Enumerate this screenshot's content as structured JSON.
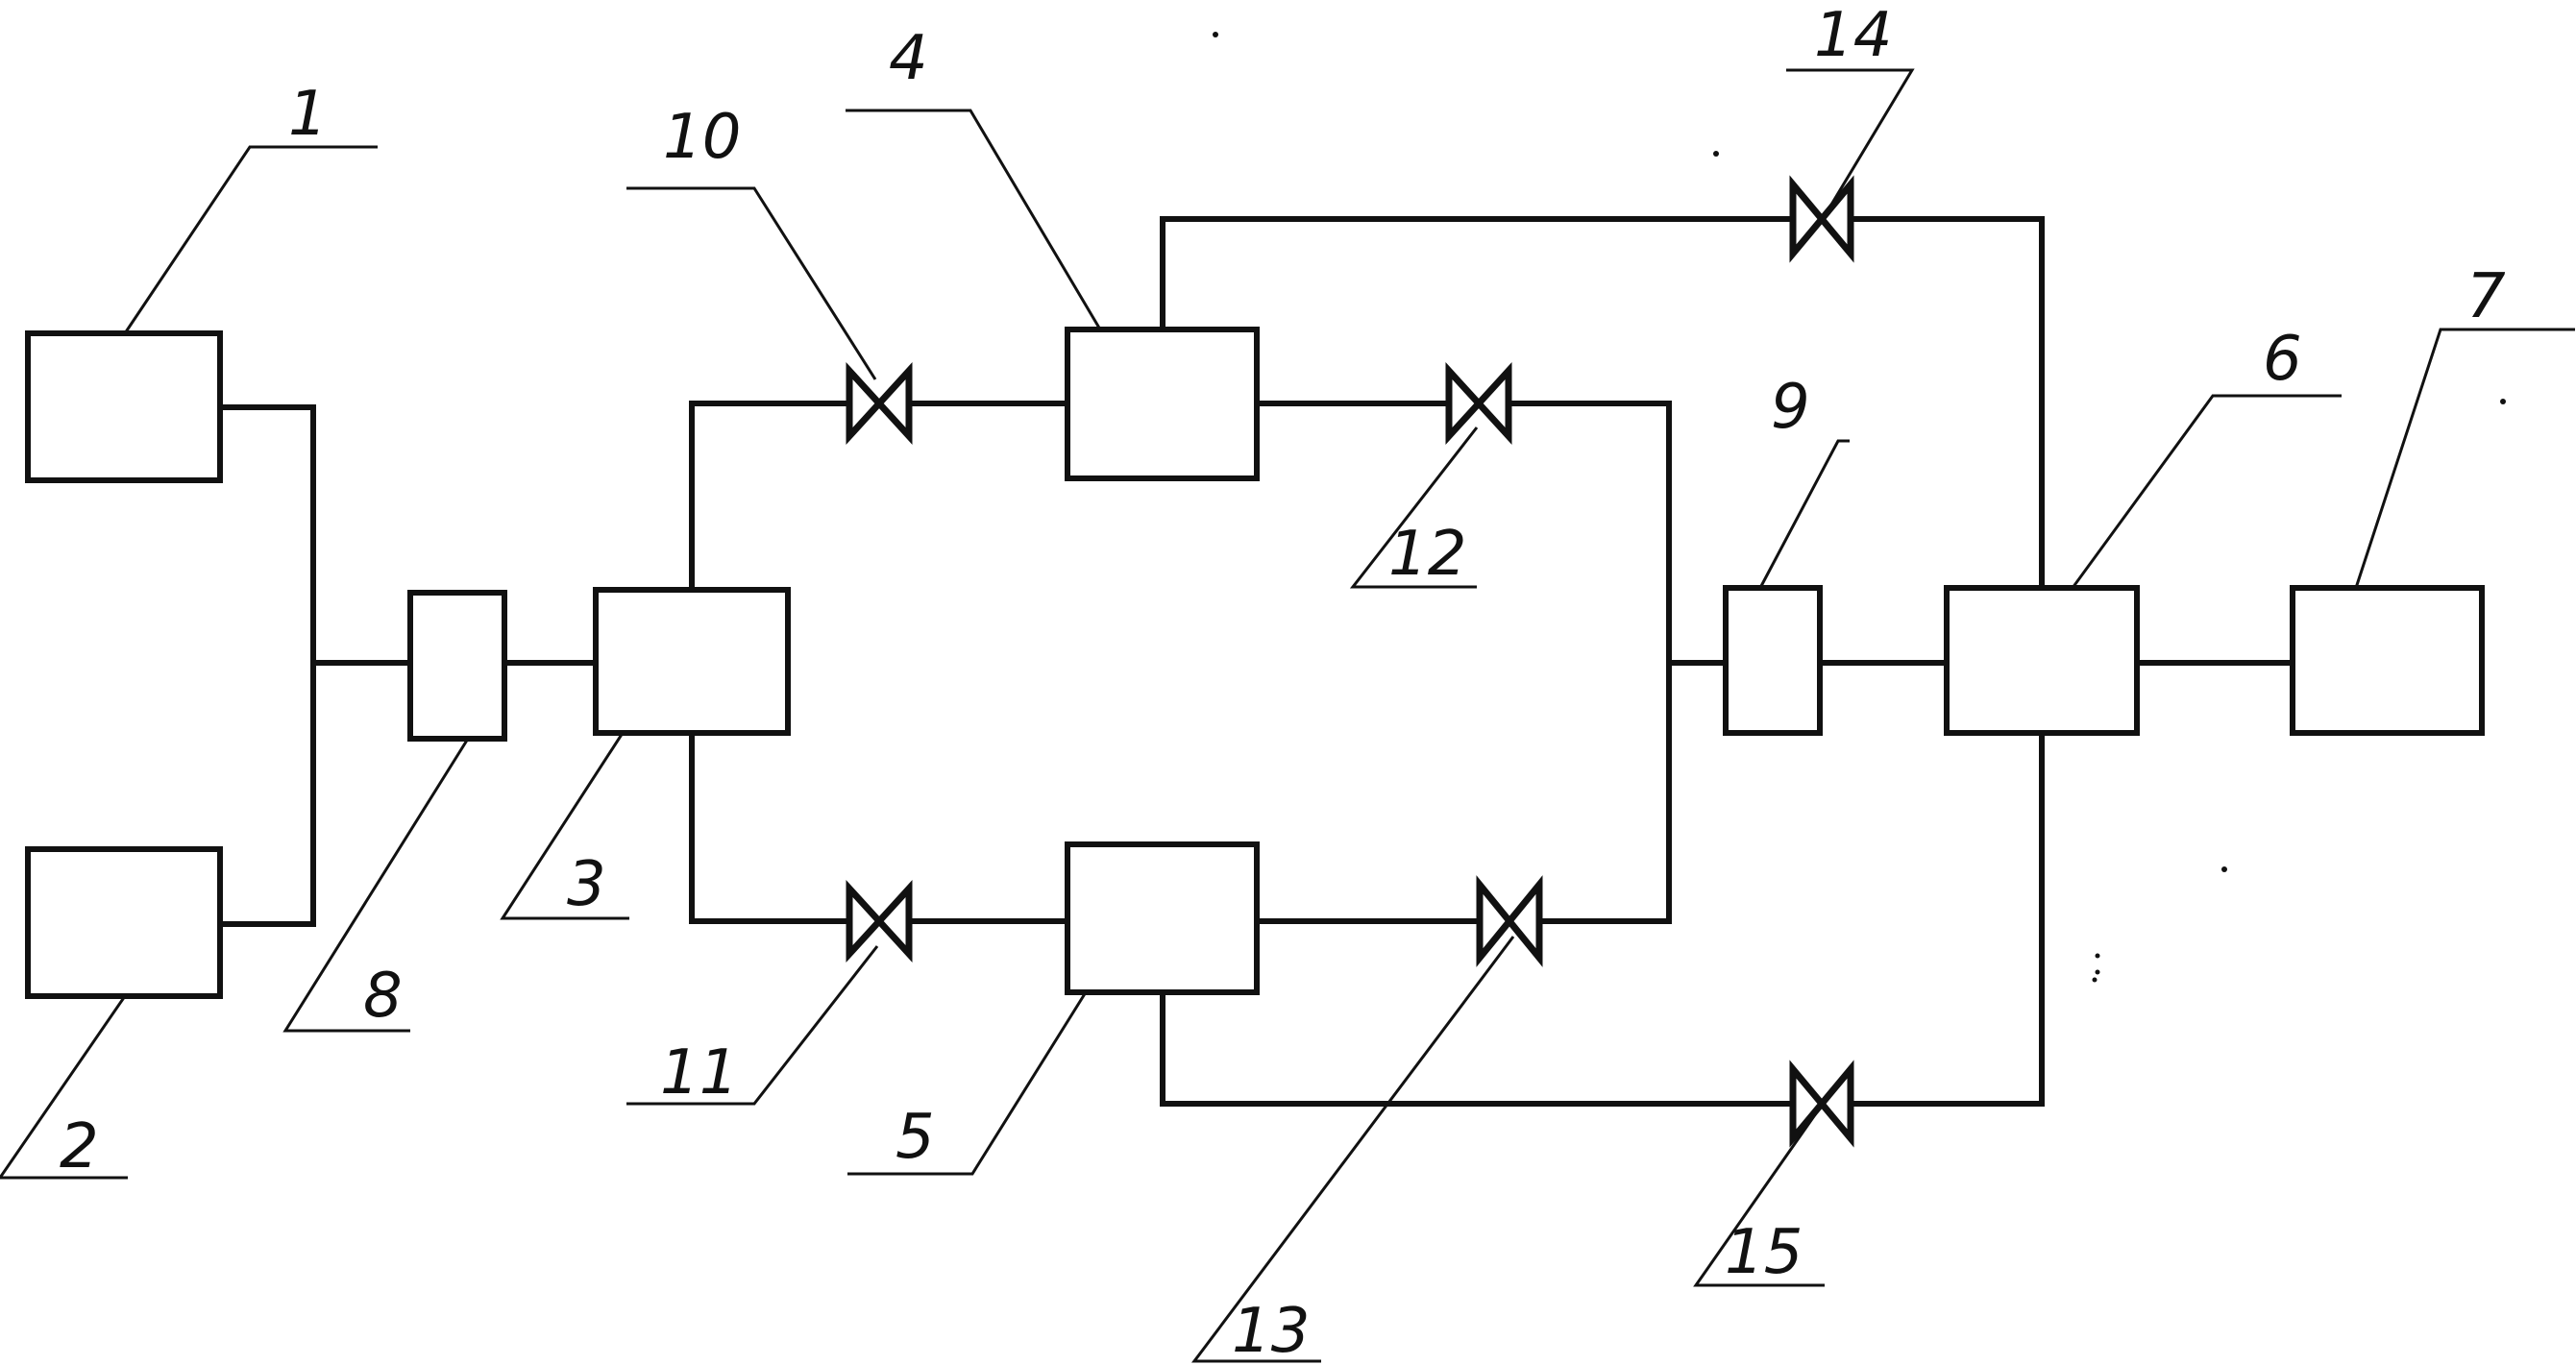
{
  "diagram": {
    "labels": {
      "1": "1",
      "2": "2",
      "3": "3",
      "4": "4",
      "5": "5",
      "6": "6",
      "7": "7",
      "8": "8",
      "9": "9",
      "10": "10",
      "11": "11",
      "12": "12",
      "13": "13",
      "14": "14",
      "15": "15"
    }
  }
}
